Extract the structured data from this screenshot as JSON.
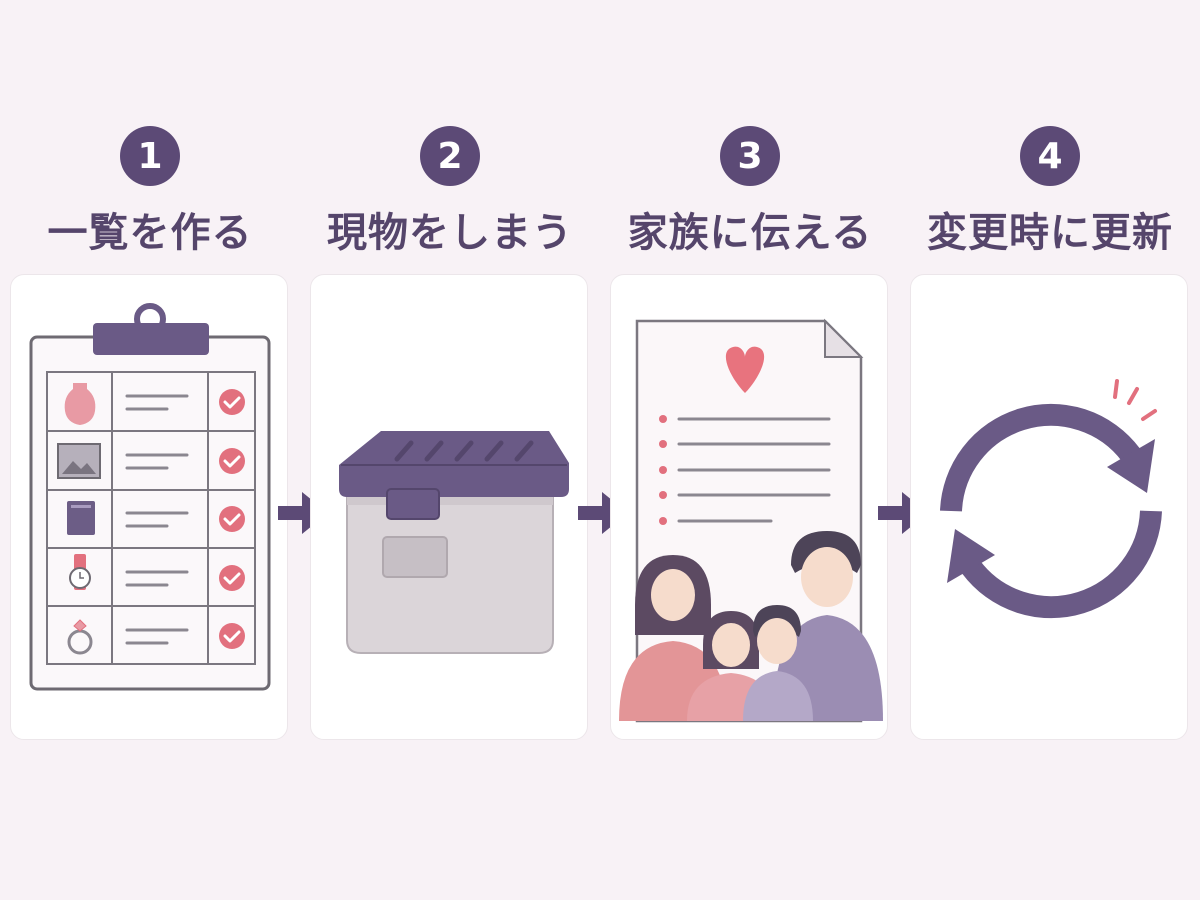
{
  "steps": [
    {
      "number": "1",
      "title": "一覧を作る",
      "icon": "clipboard-checklist-icon"
    },
    {
      "number": "2",
      "title": "現物をしまう",
      "icon": "storage-box-icon"
    },
    {
      "number": "3",
      "title": "家族に伝える",
      "icon": "family-letter-icon"
    },
    {
      "number": "4",
      "title": "変更時に更新",
      "icon": "refresh-cycle-icon"
    }
  ],
  "checklist_items": [
    "vase-icon",
    "picture-icon",
    "book-icon",
    "watch-icon",
    "ring-icon"
  ],
  "colors": {
    "background": "#f8f2f6",
    "accent_purple": "#5c4a76",
    "check_pink": "#e2707e",
    "heart_pink": "#e8737e"
  }
}
